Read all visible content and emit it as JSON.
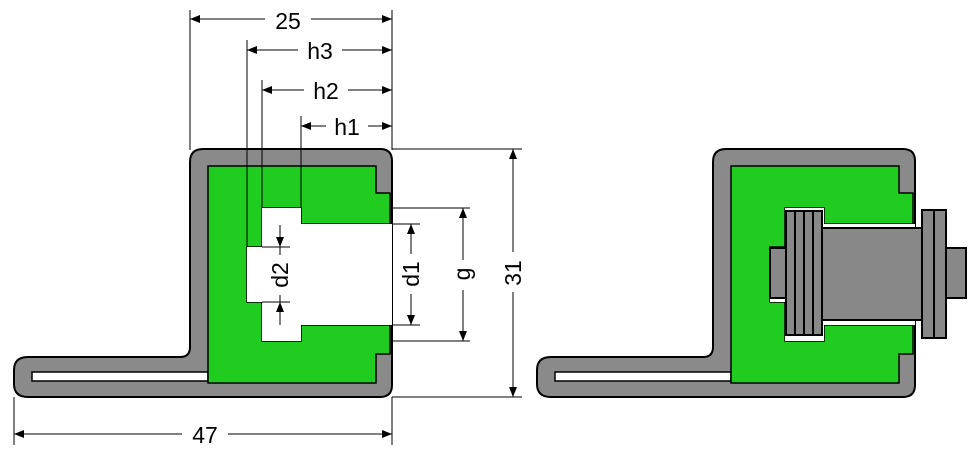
{
  "drawing": {
    "dimensions": {
      "overall_height": "31",
      "total_length": "47",
      "slot_opening": "g",
      "inner_opening": "d1",
      "recess_depth": "d2",
      "flange_width": "25",
      "depth_h1": "h1",
      "depth_h2": "h2",
      "depth_h3": "h3"
    },
    "colors": {
      "housing": "#8a8a8a",
      "housing_edge": "#000000",
      "insert": "#1fcc1f",
      "roller": "#888888",
      "channel": "#ffffff"
    }
  }
}
